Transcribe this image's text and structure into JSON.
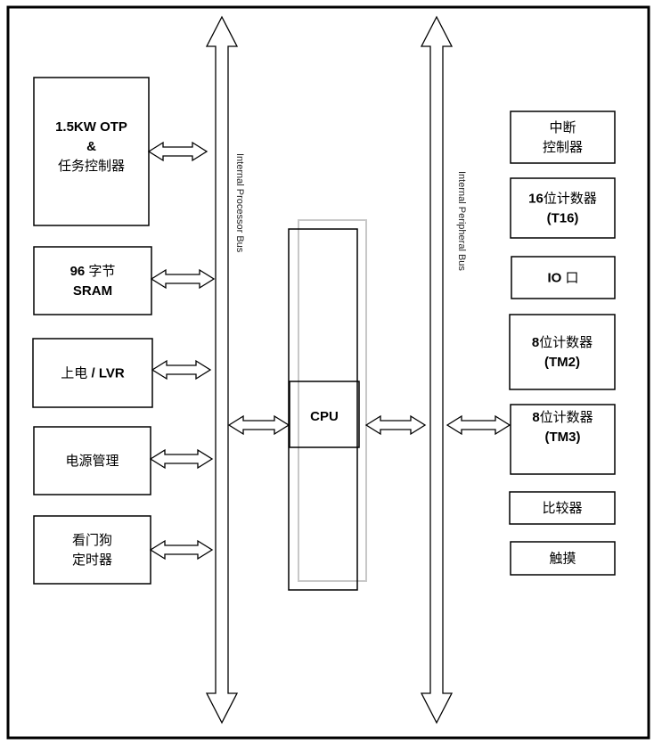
{
  "diagram": {
    "title": "",
    "buses": {
      "processor": {
        "label": "Internal Processor Bus"
      },
      "peripheral": {
        "label": "Internal Peripheral Bus"
      }
    },
    "cpu": {
      "label": "CPU"
    },
    "left_blocks": [
      {
        "id": "otp",
        "lines": [
          {
            "text": "1.5KW OTP",
            "style": "bold"
          },
          {
            "text": "&",
            "style": "bold"
          },
          {
            "text": "任务控制器",
            "style": "cjk"
          }
        ]
      },
      {
        "id": "sram",
        "lines": [
          {
            "text": "96 字节",
            "style": "mixed",
            "parts": [
              {
                "text": "96 ",
                "style": "bold"
              },
              {
                "text": "字节",
                "style": "cjk"
              }
            ]
          },
          {
            "text": "SRAM",
            "style": "bold"
          }
        ]
      },
      {
        "id": "lvr",
        "lines": [
          {
            "text": "上电 / LVR",
            "style": "mixed",
            "parts": [
              {
                "text": "上电",
                "style": "cjk"
              },
              {
                "text": " / LVR",
                "style": "bold"
              }
            ]
          }
        ]
      },
      {
        "id": "power",
        "lines": [
          {
            "text": "电源管理",
            "style": "cjk"
          }
        ]
      },
      {
        "id": "wdt",
        "lines": [
          {
            "text": "看门狗",
            "style": "cjk"
          },
          {
            "text": "定时器",
            "style": "cjk"
          }
        ]
      }
    ],
    "right_blocks": [
      {
        "id": "interrupt",
        "lines": [
          {
            "text": "中断",
            "style": "cjk"
          },
          {
            "text": "控制器",
            "style": "cjk"
          }
        ]
      },
      {
        "id": "t16",
        "lines": [
          {
            "text": "16位计数器",
            "style": "mixed",
            "parts": [
              {
                "text": "16",
                "style": "bold"
              },
              {
                "text": "位计数器",
                "style": "cjk"
              }
            ]
          },
          {
            "text": "(T16)",
            "style": "bold"
          }
        ]
      },
      {
        "id": "io",
        "lines": [
          {
            "text": "IO 口",
            "style": "mixed",
            "parts": [
              {
                "text": "IO ",
                "style": "bold"
              },
              {
                "text": "口",
                "style": "cjk"
              }
            ]
          }
        ]
      },
      {
        "id": "tm2",
        "lines": [
          {
            "text": "8位计数器",
            "style": "mixed",
            "parts": [
              {
                "text": "8",
                "style": "bold"
              },
              {
                "text": "位计数器",
                "style": "cjk"
              }
            ]
          },
          {
            "text": "(TM2)",
            "style": "bold"
          }
        ]
      },
      {
        "id": "tm3",
        "lines": [
          {
            "text": "8位计数器",
            "style": "mixed",
            "parts": [
              {
                "text": "8",
                "style": "bold"
              },
              {
                "text": "位计数器",
                "style": "cjk"
              }
            ]
          },
          {
            "text": "(TM3)",
            "style": "bold"
          }
        ]
      },
      {
        "id": "comparator",
        "lines": [
          {
            "text": "比较器",
            "style": "cjk"
          }
        ]
      },
      {
        "id": "touch",
        "lines": [
          {
            "text": "触摸",
            "style": "cjk"
          }
        ]
      }
    ],
    "connections": [
      {
        "from": "otp",
        "to": "processor_bus",
        "type": "bidirectional"
      },
      {
        "from": "sram",
        "to": "processor_bus",
        "type": "bidirectional"
      },
      {
        "from": "lvr",
        "to": "processor_bus",
        "type": "bidirectional"
      },
      {
        "from": "power",
        "to": "processor_bus",
        "type": "bidirectional"
      },
      {
        "from": "wdt",
        "to": "processor_bus",
        "type": "bidirectional"
      },
      {
        "from": "processor_bus",
        "to": "cpu",
        "type": "bidirectional"
      },
      {
        "from": "cpu",
        "to": "peripheral_bus",
        "type": "bidirectional"
      },
      {
        "from": "peripheral_bus",
        "to": "tm3",
        "type": "bidirectional"
      }
    ],
    "colors": {
      "stroke": "#000000",
      "cpu_shadow": "#c8c8c8",
      "background": "#ffffff"
    }
  }
}
